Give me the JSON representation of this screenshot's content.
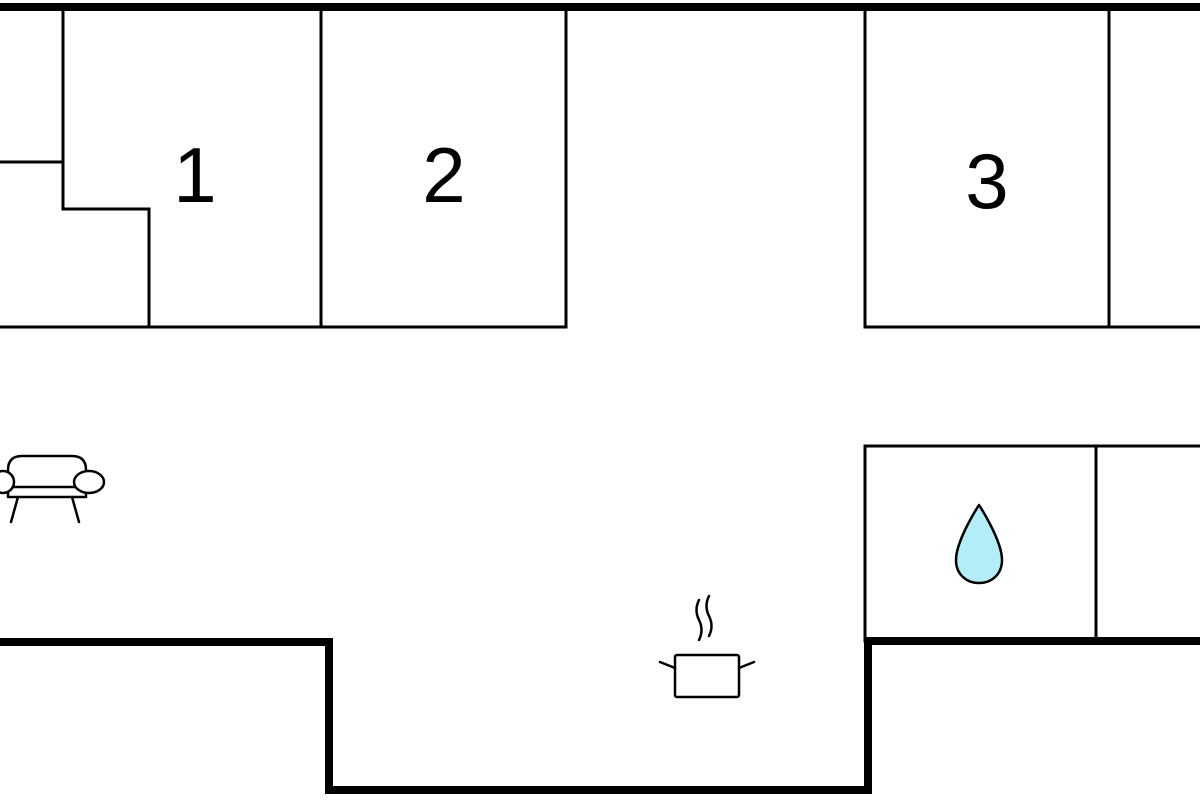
{
  "floor_plan": {
    "rooms": [
      {
        "label": "1"
      },
      {
        "label": "2"
      },
      {
        "label": "3"
      }
    ],
    "icons": [
      {
        "name": "sofa-icon"
      },
      {
        "name": "cooking-pot-icon"
      },
      {
        "name": "water-drop-icon"
      }
    ],
    "colors": {
      "wall": "#000000",
      "background": "#ffffff",
      "water": "#b3eef8"
    }
  }
}
